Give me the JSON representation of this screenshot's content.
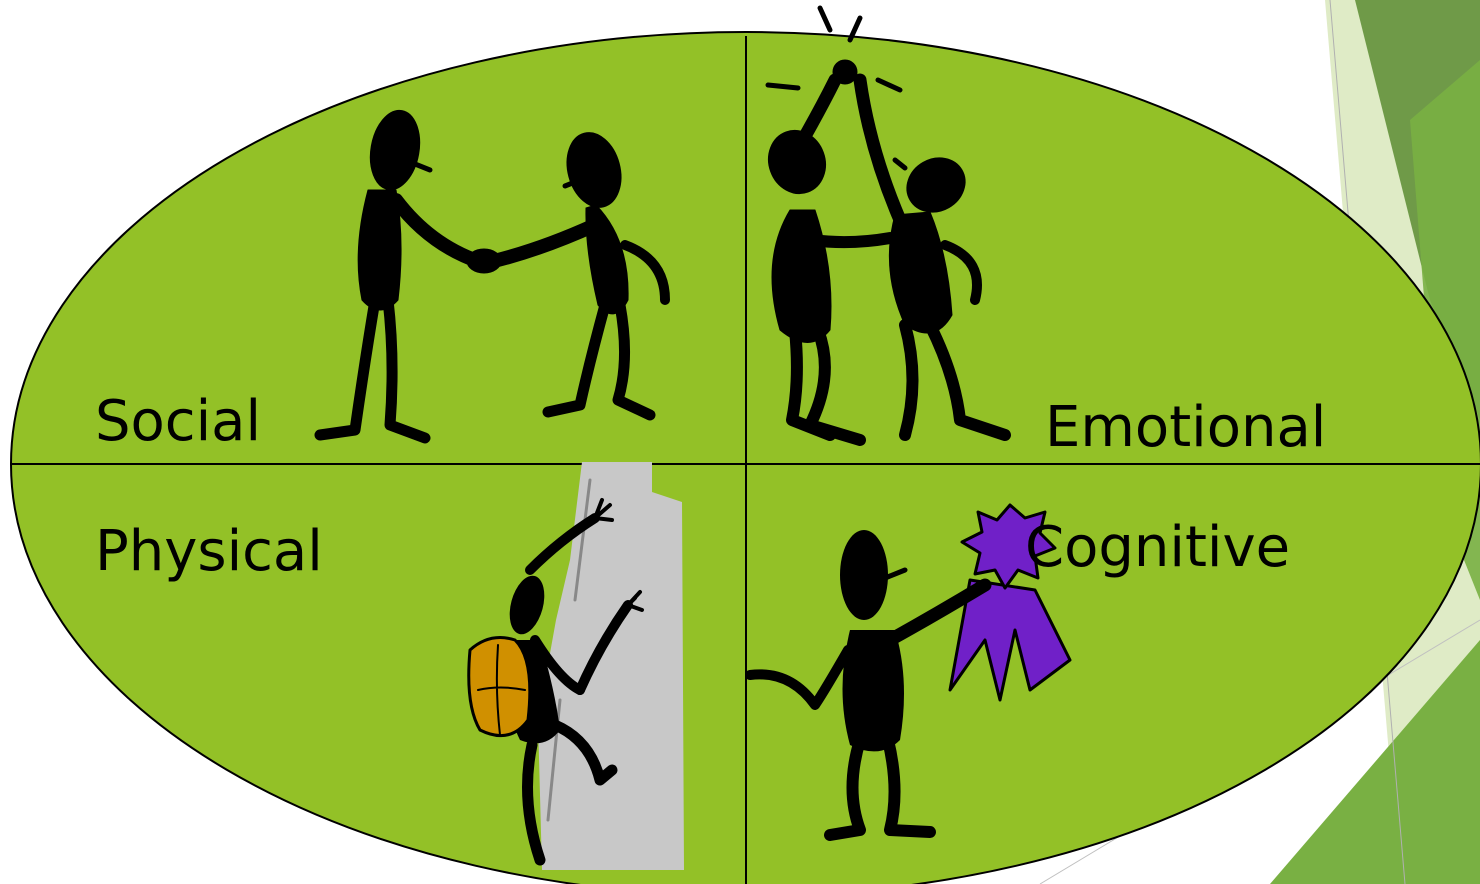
{
  "quadrants": {
    "social": {
      "label": "Social"
    },
    "emotional": {
      "label": "Emotional"
    },
    "physical": {
      "label": "Physical"
    },
    "cognitive": {
      "label": "Cognitive"
    }
  },
  "colors": {
    "ellipse_fill": "#93c127",
    "outline": "#000000",
    "figure": "#000000",
    "backpack": "#d09000",
    "rock": "#c8c8c8",
    "ribbon": "#7020c8",
    "deco_dark": "#6f9a48",
    "deco_mid": "#79b043",
    "deco_light": "#d7e6b8"
  },
  "icons": [
    "handshake-icon",
    "high-five-icon",
    "climber-icon",
    "award-ribbon-icon"
  ]
}
